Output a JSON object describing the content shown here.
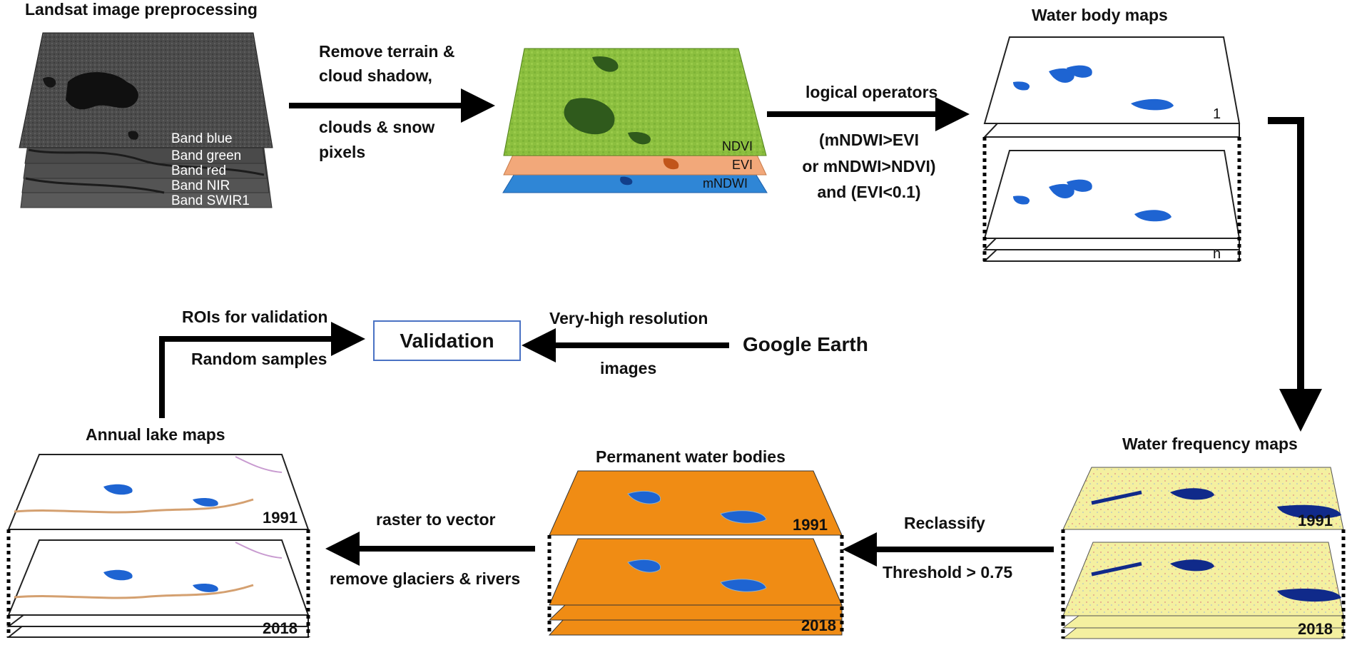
{
  "titles": {
    "landsat": "Landsat image preprocessing",
    "water_body_maps": "Water body maps",
    "water_frequency_maps": "Water frequency maps",
    "permanent_water_bodies": "Permanent water bodies",
    "annual_lake_maps": "Annual lake maps"
  },
  "landsat_bands": [
    "Band blue",
    "Band green",
    "Band red",
    "Band NIR",
    "Band SWIR1"
  ],
  "index_layers": [
    "NDVI",
    "EVI",
    "mNDWI"
  ],
  "arrows": {
    "preprocess_line1": "Remove terrain &",
    "preprocess_line2": "cloud shadow,",
    "preprocess_line3": "clouds & snow",
    "preprocess_line4": "pixels",
    "logical_title": "logical operators",
    "logical_line1": "(mNDWI>EVI",
    "logical_line2": "or mNDWI>NDVI)",
    "logical_line3": "and (EVI<0.1)",
    "reclassify": "Reclassify",
    "threshold": "Threshold > 0.75",
    "raster_to_vector": "raster to vector",
    "remove_glaciers": "remove glaciers & rivers",
    "rois": "ROIs for validation",
    "random_samples": "Random samples",
    "vhr_line1": "Very-high resolution",
    "vhr_line2": "images"
  },
  "validation": "Validation",
  "google_earth": "Google Earth",
  "water_body_stack": {
    "first": "1",
    "last": "n"
  },
  "years": {
    "first": "1991",
    "last": "2018"
  },
  "colors": {
    "ndvi_green": "#8cbf3f",
    "evi_orange": "#f2a87a",
    "mndwi_blue": "#2f86d6",
    "water_blue": "#1e64d2",
    "freq_yellow": "#f4f0a0",
    "perm_orange": "#f08c14",
    "validation_border": "#4a72c4"
  }
}
